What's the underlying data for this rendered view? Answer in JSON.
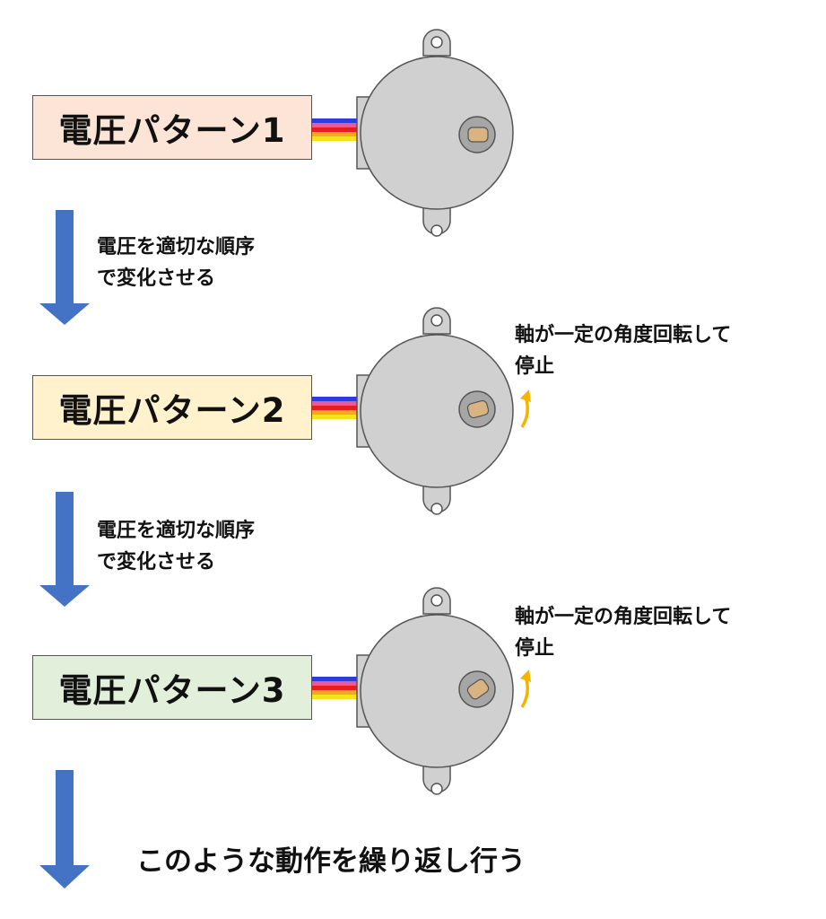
{
  "patterns": [
    {
      "label": "電圧パターン1",
      "color": "#fce4d6"
    },
    {
      "label": "電圧パターン2",
      "color": "#fff2cc"
    },
    {
      "label": "電圧パターン3",
      "color": "#e2efda"
    }
  ],
  "steps": [
    {
      "line1": "電圧を適切な順序",
      "line2": "で変化させる"
    },
    {
      "line1": "電圧を適切な順序",
      "line2": "で変化させる"
    }
  ],
  "rotations": [
    {
      "line1": "軸が一定の角度回転して",
      "line2": "停止"
    },
    {
      "line1": "軸が一定の角度回転して",
      "line2": "停止"
    }
  ],
  "conclusion": "このような動作を繰り返し行う",
  "colors": {
    "arrow": "#4472c4",
    "motor_body": "#d0d0d0",
    "motor_outline": "#555555",
    "shaft": "#d9b382",
    "rotation_arrow": "#f5b400",
    "wires": [
      "#2e3cdb",
      "#e85a9a",
      "#e81c1c",
      "#f5a623",
      "#f5e21a"
    ]
  }
}
